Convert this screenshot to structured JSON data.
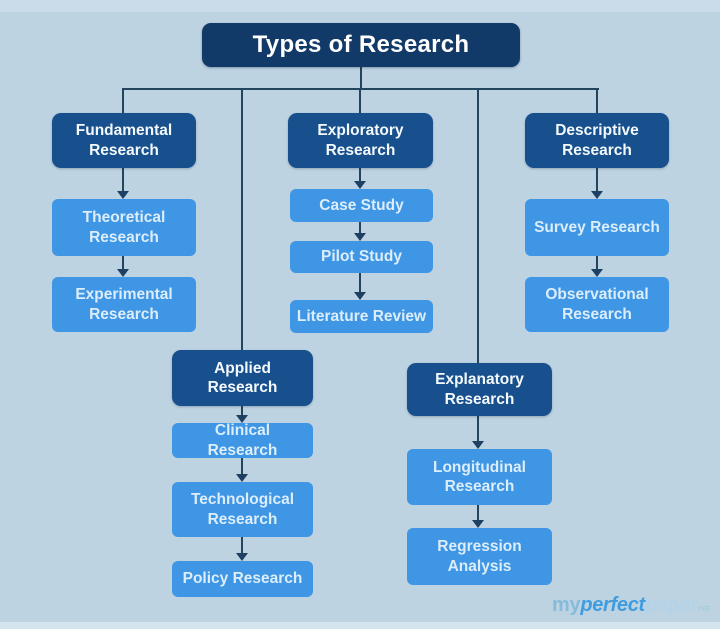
{
  "title": "Types of Research",
  "colors": {
    "background": "#bdd3e2",
    "title_box": "#123a68",
    "category_box": "#17508c",
    "child_box": "#3e96e4",
    "connector": "#24445e",
    "text_on_dark": "#ffffff",
    "text_on_light_blue": "#dcedfb"
  },
  "tree": {
    "fundamental": {
      "label": "Fundamental Research",
      "children": [
        "Theoretical Research",
        "Experimental Research"
      ]
    },
    "exploratory": {
      "label": "Exploratory Research",
      "children": [
        "Case Study",
        "Pilot Study",
        "Literature Review"
      ]
    },
    "descriptive": {
      "label": "Descriptive Research",
      "children": [
        "Survey Research",
        "Observational Research"
      ]
    },
    "applied": {
      "label": "Applied Research",
      "children": [
        "Clinical Research",
        "Technological Research",
        "Policy Research"
      ]
    },
    "explanatory": {
      "label": "Explanatory Research",
      "children": [
        "Longitudinal Research",
        "Regression Analysis"
      ]
    }
  },
  "watermark": {
    "part_my": "my",
    "part_perfect": "perfect",
    "part_paper": "paper",
    "part_tld": "net"
  }
}
